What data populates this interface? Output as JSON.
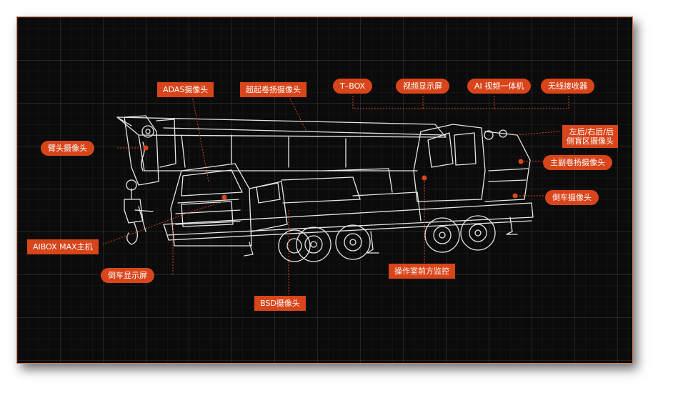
{
  "colors": {
    "accent": "#d9451a",
    "line": "#e6e6e6",
    "background": "#0b0b0b",
    "leader": "#d9451a"
  },
  "labels": {
    "adas": "ADAS摄像头",
    "hoist_cam": "超起卷扬摄像头",
    "tbox": "T–BOX",
    "video_screen": "视频显示屏",
    "ai_unit": "AI 视频一体机",
    "wireless_rx": "无线接收器",
    "boom_head_cam": "臂头摄像头",
    "blind_zone_line1": "左后/右后/后",
    "blind_zone_line2": "侧盲区摄像头",
    "main_hoist_cam": "主副卷扬摄像头",
    "reverse_cam": "倒车摄像头",
    "aibox": "AIBOX MAX主机",
    "reverse_screen": "倒车显示屏",
    "cab_front_monitor": "操作室前方监控",
    "bsd_cam": "BSD摄像头"
  }
}
